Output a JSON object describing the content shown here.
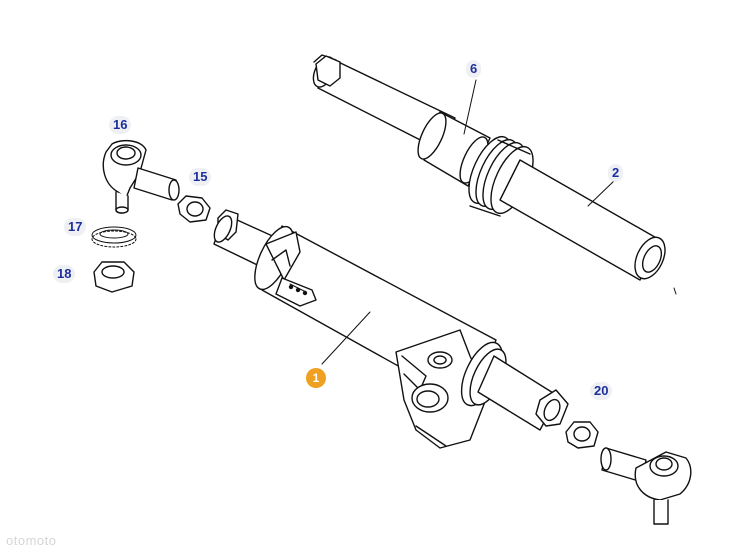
{
  "callouts": {
    "c1": "1",
    "c2": "2",
    "c6": "6",
    "c15": "15",
    "c16": "16",
    "c17": "17",
    "c18": "18",
    "c20": "20"
  },
  "watermark": "otomoto",
  "colors": {
    "callout_text": "#1d2f9c",
    "callout_bg": "#eef0f4",
    "highlight_bg": "#f0a020",
    "line": "#111111"
  }
}
